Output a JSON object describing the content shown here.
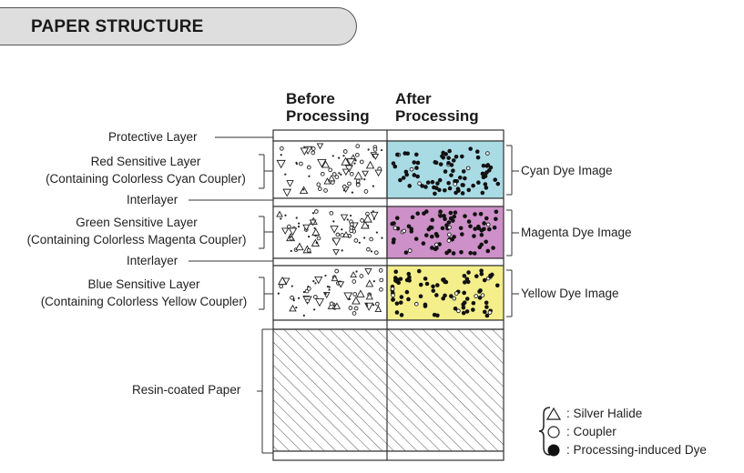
{
  "header": {
    "title": "PAPER STRUCTURE"
  },
  "columns": {
    "before": [
      "Before",
      "Processing"
    ],
    "after": [
      "After",
      "Processing"
    ]
  },
  "left_labels": {
    "protective": "Protective Layer",
    "red": [
      "Red Sensitive Layer",
      "(Containing Colorless Cyan Coupler)"
    ],
    "interlayer1": "Interlayer",
    "green": [
      "Green Sensitive Layer",
      "(Containing Colorless Magenta Coupler)"
    ],
    "interlayer2": "Interlayer",
    "blue": [
      "Blue Sensitive Layer",
      "(Containing Colorless Yellow Coupler)"
    ],
    "paper": "Resin-coated Paper"
  },
  "right_labels": {
    "cyan": "Cyan Dye Image",
    "magenta": "Magenta Dye Image",
    "yellow": "Yellow Dye Image"
  },
  "colors": {
    "cyan": "#a9dbe5",
    "magenta": "#cd90c8",
    "yellow": "#f4ef8a",
    "header_bg": "#dedede"
  },
  "legend": {
    "silver_halide": ": Silver Halide",
    "coupler": ": Coupler",
    "dye": ": Processing-induced Dye"
  },
  "legend_icons": [
    "triangle-outline-icon",
    "circle-outline-icon",
    "circle-filled-icon"
  ]
}
